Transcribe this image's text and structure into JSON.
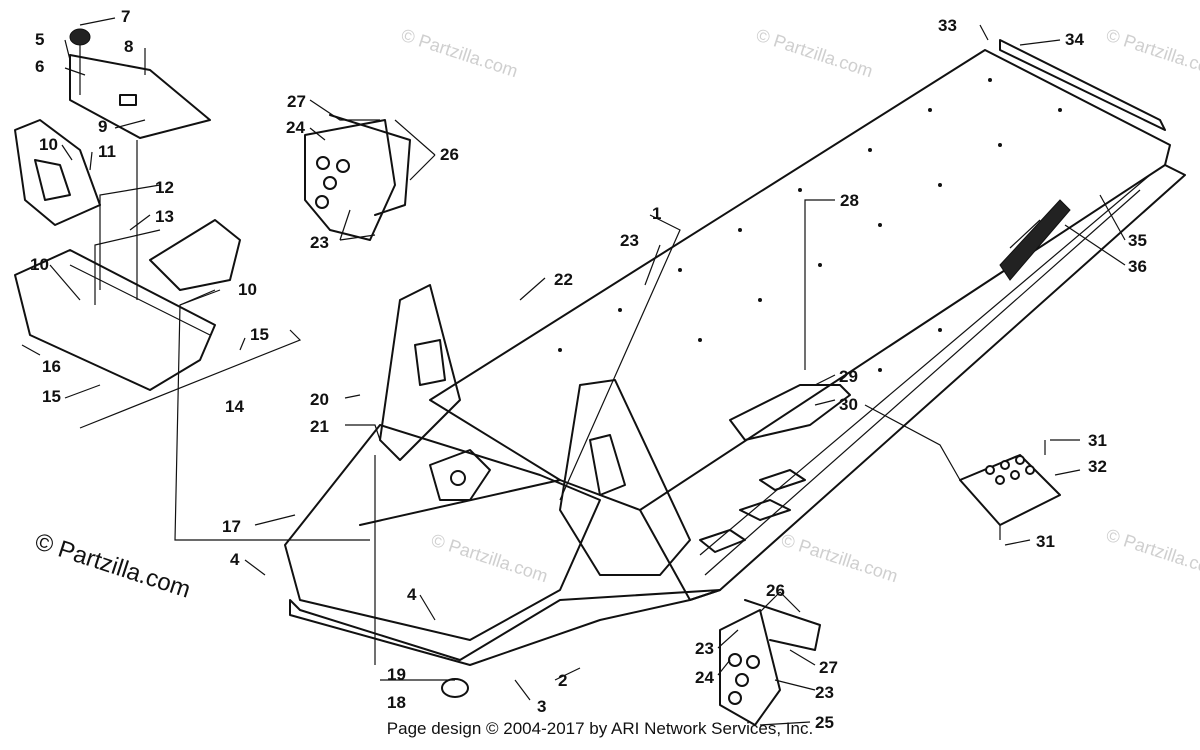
{
  "watermark": {
    "main": "© Partzilla.com",
    "faint": "© Partzilla.com"
  },
  "footer": {
    "credit": "Page design © 2004-2017 by ARI Network Services, Inc."
  },
  "callouts": [
    {
      "id": "c1",
      "label": "1"
    },
    {
      "id": "c2",
      "label": "2"
    },
    {
      "id": "c3",
      "label": "3"
    },
    {
      "id": "c4a",
      "label": "4"
    },
    {
      "id": "c4b",
      "label": "4"
    },
    {
      "id": "c5",
      "label": "5"
    },
    {
      "id": "c6",
      "label": "6"
    },
    {
      "id": "c7",
      "label": "7"
    },
    {
      "id": "c8",
      "label": "8"
    },
    {
      "id": "c9",
      "label": "9"
    },
    {
      "id": "c10a",
      "label": "10"
    },
    {
      "id": "c10b",
      "label": "10"
    },
    {
      "id": "c10c",
      "label": "10"
    },
    {
      "id": "c11",
      "label": "11"
    },
    {
      "id": "c12",
      "label": "12"
    },
    {
      "id": "c13",
      "label": "13"
    },
    {
      "id": "c14",
      "label": "14"
    },
    {
      "id": "c15a",
      "label": "15"
    },
    {
      "id": "c15b",
      "label": "15"
    },
    {
      "id": "c16",
      "label": "16"
    },
    {
      "id": "c17",
      "label": "17"
    },
    {
      "id": "c18",
      "label": "18"
    },
    {
      "id": "c19",
      "label": "19"
    },
    {
      "id": "c20",
      "label": "20"
    },
    {
      "id": "c21",
      "label": "21"
    },
    {
      "id": "c22",
      "label": "22"
    },
    {
      "id": "c23a",
      "label": "23"
    },
    {
      "id": "c23b",
      "label": "23"
    },
    {
      "id": "c23c",
      "label": "23"
    },
    {
      "id": "c23d",
      "label": "23"
    },
    {
      "id": "c24a",
      "label": "24"
    },
    {
      "id": "c24b",
      "label": "24"
    },
    {
      "id": "c25",
      "label": "25"
    },
    {
      "id": "c26a",
      "label": "26"
    },
    {
      "id": "c26b",
      "label": "26"
    },
    {
      "id": "c27a",
      "label": "27"
    },
    {
      "id": "c27b",
      "label": "27"
    },
    {
      "id": "c28",
      "label": "28"
    },
    {
      "id": "c29",
      "label": "29"
    },
    {
      "id": "c30",
      "label": "30"
    },
    {
      "id": "c31a",
      "label": "31"
    },
    {
      "id": "c31b",
      "label": "31"
    },
    {
      "id": "c32",
      "label": "32"
    },
    {
      "id": "c33",
      "label": "33"
    },
    {
      "id": "c34",
      "label": "34"
    },
    {
      "id": "c35",
      "label": "35"
    },
    {
      "id": "c36",
      "label": "36"
    }
  ]
}
